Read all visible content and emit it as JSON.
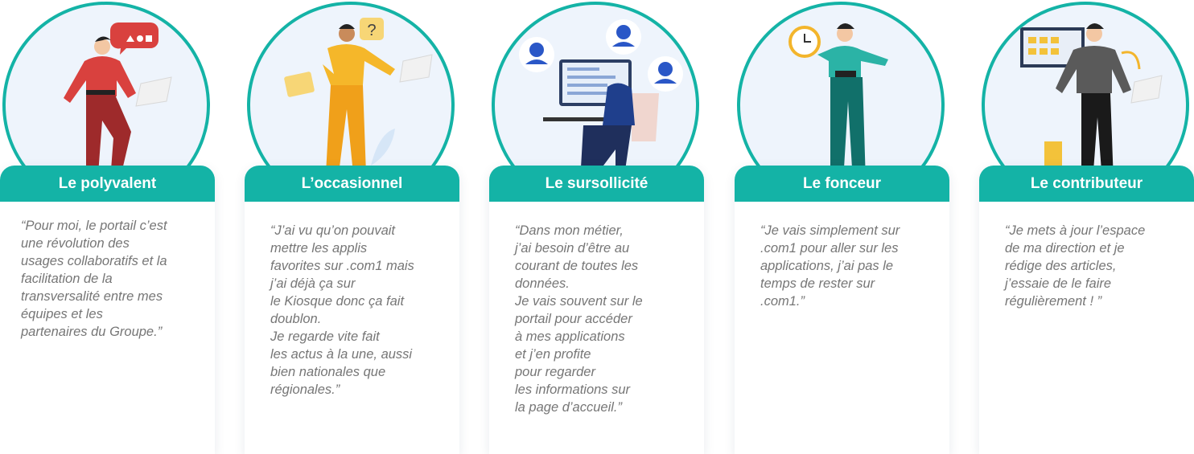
{
  "brand_color": "#14b3a6",
  "personas": [
    {
      "title": "Le polyvalent",
      "quote": "“Pour moi, le portail c’est\nune révolution des\nusages collaboratifs et la\nfacilitation de la\ntransversalité entre mes\néquipes et les\npartenaires du Groupe.”",
      "icon": "person-with-laptop-icon"
    },
    {
      "title": "L’occasionnel",
      "quote": "“J’ai vu qu’on pouvait\nmettre les applis\nfavorites sur .com1 mais\nj’ai déjà ça sur\nle Kiosque donc ça fait\ndoublon.\nJe regarde vite fait\nles actus à la une, aussi\nbien nationales que\nrégionales.”",
      "icon": "person-question-icon"
    },
    {
      "title": "Le sursollicité",
      "quote": "“Dans mon métier,\nj’ai besoin d’être au\ncourant de toutes les\ndonnées.\nJe vais souvent sur le\nportail pour accéder\nà mes applications\net j’en profite\npour regarder\nles informations sur\nla page d’accueil.”",
      "icon": "person-at-desk-icon"
    },
    {
      "title": "Le fonceur",
      "quote": "“Je vais simplement sur\n.com1 pour aller sur les\napplications, j’ai pas le\ntemps de rester sur\n.com1.”",
      "icon": "person-clock-icon"
    },
    {
      "title": "Le contributeur",
      "quote": "“Je mets à jour l’espace\nde ma direction et je\nrédige des articles,\nj’essaie de le faire\nrégulièrement ! ”",
      "icon": "person-board-icon"
    }
  ]
}
